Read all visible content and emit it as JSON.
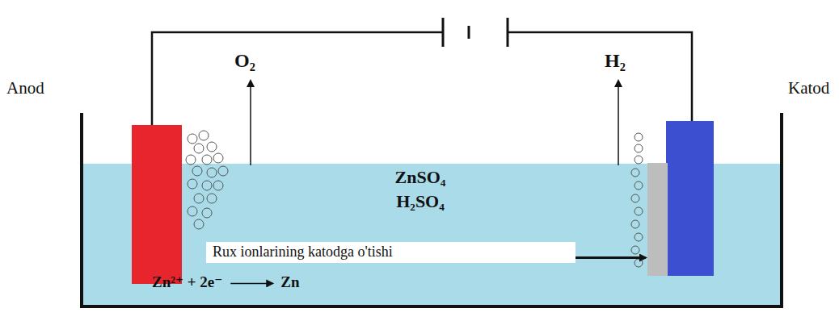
{
  "diagram": {
    "nodes": [
      {
        "text": [
          "Rux ionlarining katodga o'tishi"
        ]
      }
    ],
    "labels": [
      "Anod",
      "Katod",
      "O₂",
      "H₂",
      "ZnSO₄",
      "H₂SO₄",
      "Zn²⁺ + 2e⁻",
      "Zn"
    ]
  }
}
